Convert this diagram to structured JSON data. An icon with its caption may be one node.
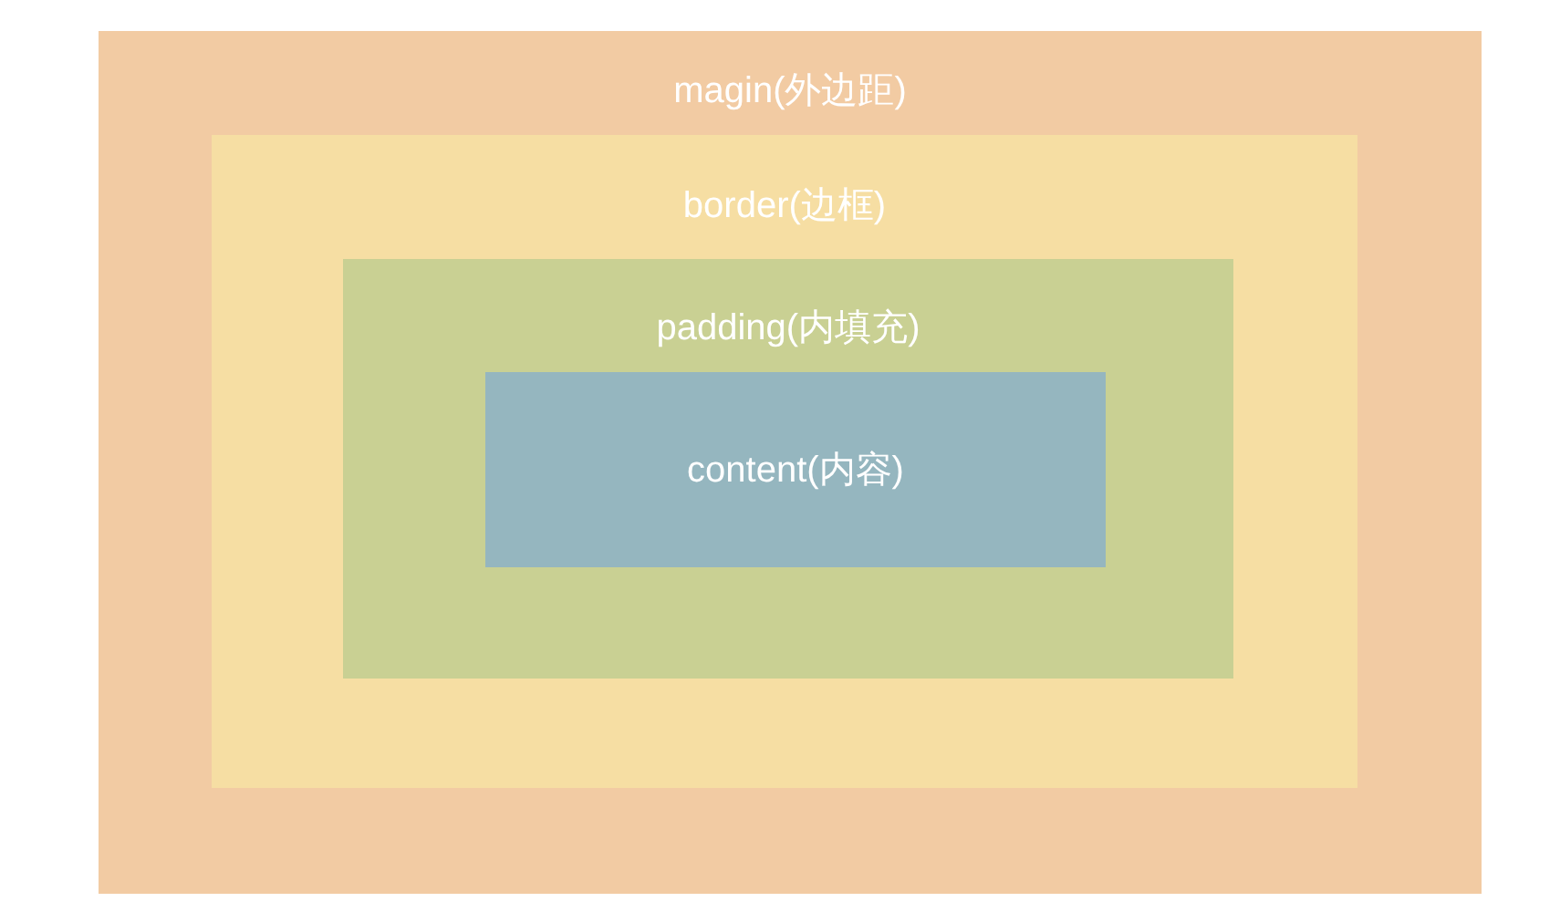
{
  "diagram": {
    "nodes": [
      {
        "text": [
          "magin(外边距)"
        ]
      },
      {
        "text": [
          "border(边框)"
        ],
        "in": 0
      },
      {
        "text": [
          "padding(内填充)"
        ],
        "in": 1
      },
      {
        "text": [
          "content(内容)"
        ],
        "in": 2
      }
    ]
  }
}
